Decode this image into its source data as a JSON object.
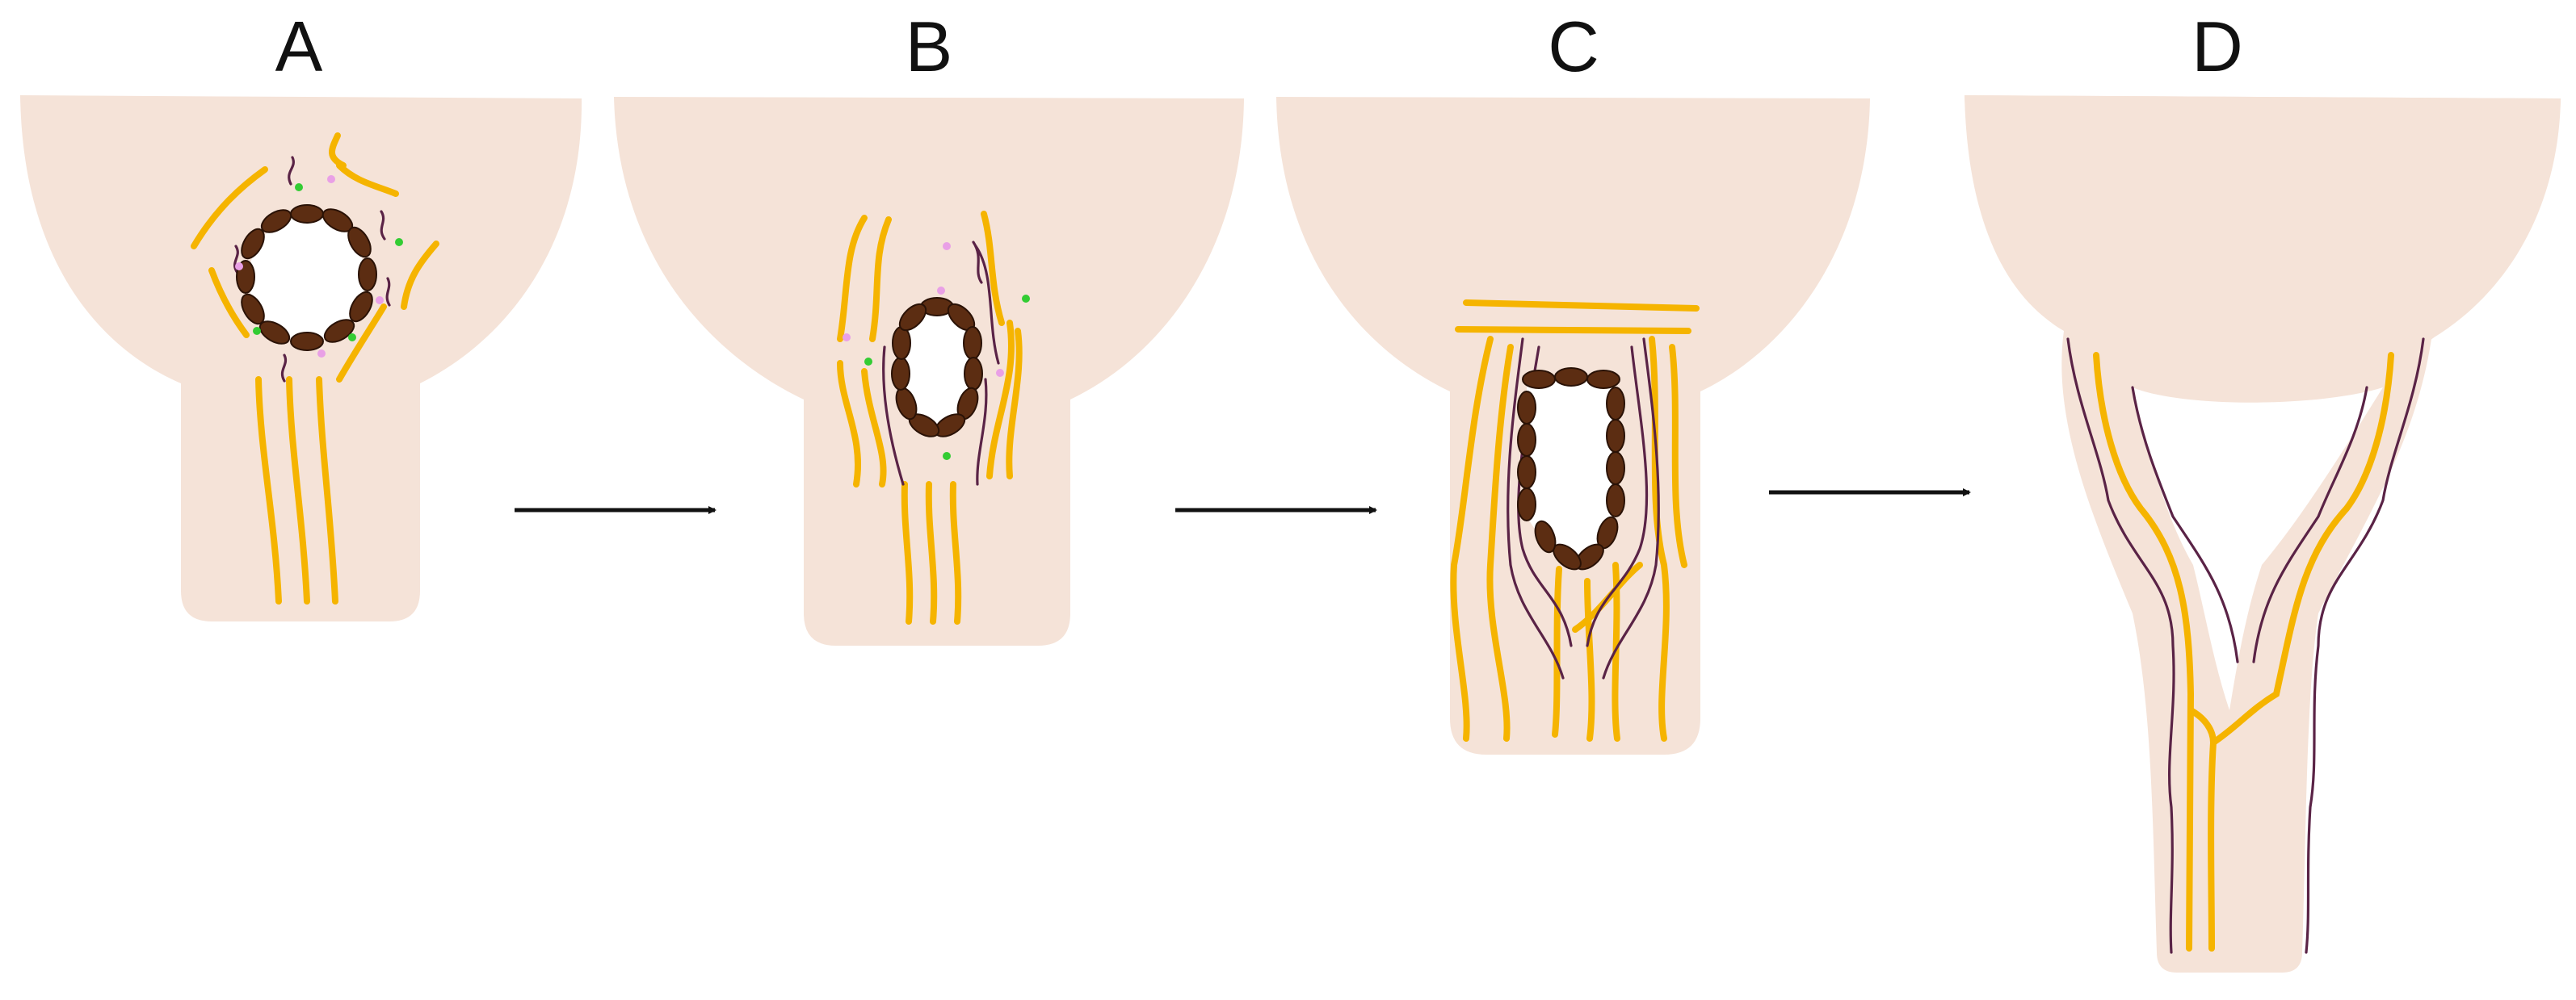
{
  "panels": [
    {
      "id": "A",
      "label": "A"
    },
    {
      "id": "B",
      "label": "B"
    },
    {
      "id": "C",
      "label": "C"
    },
    {
      "id": "D",
      "label": "D"
    }
  ],
  "colors": {
    "tissue": "#f5e3d8",
    "collagen_fiber": "#f5b400",
    "thin_fiber": "#5a2346",
    "cell": "#5c2d12",
    "green_dot": "#33cc33",
    "pink_dot": "#e9a0e6",
    "arrow": "#111111"
  }
}
